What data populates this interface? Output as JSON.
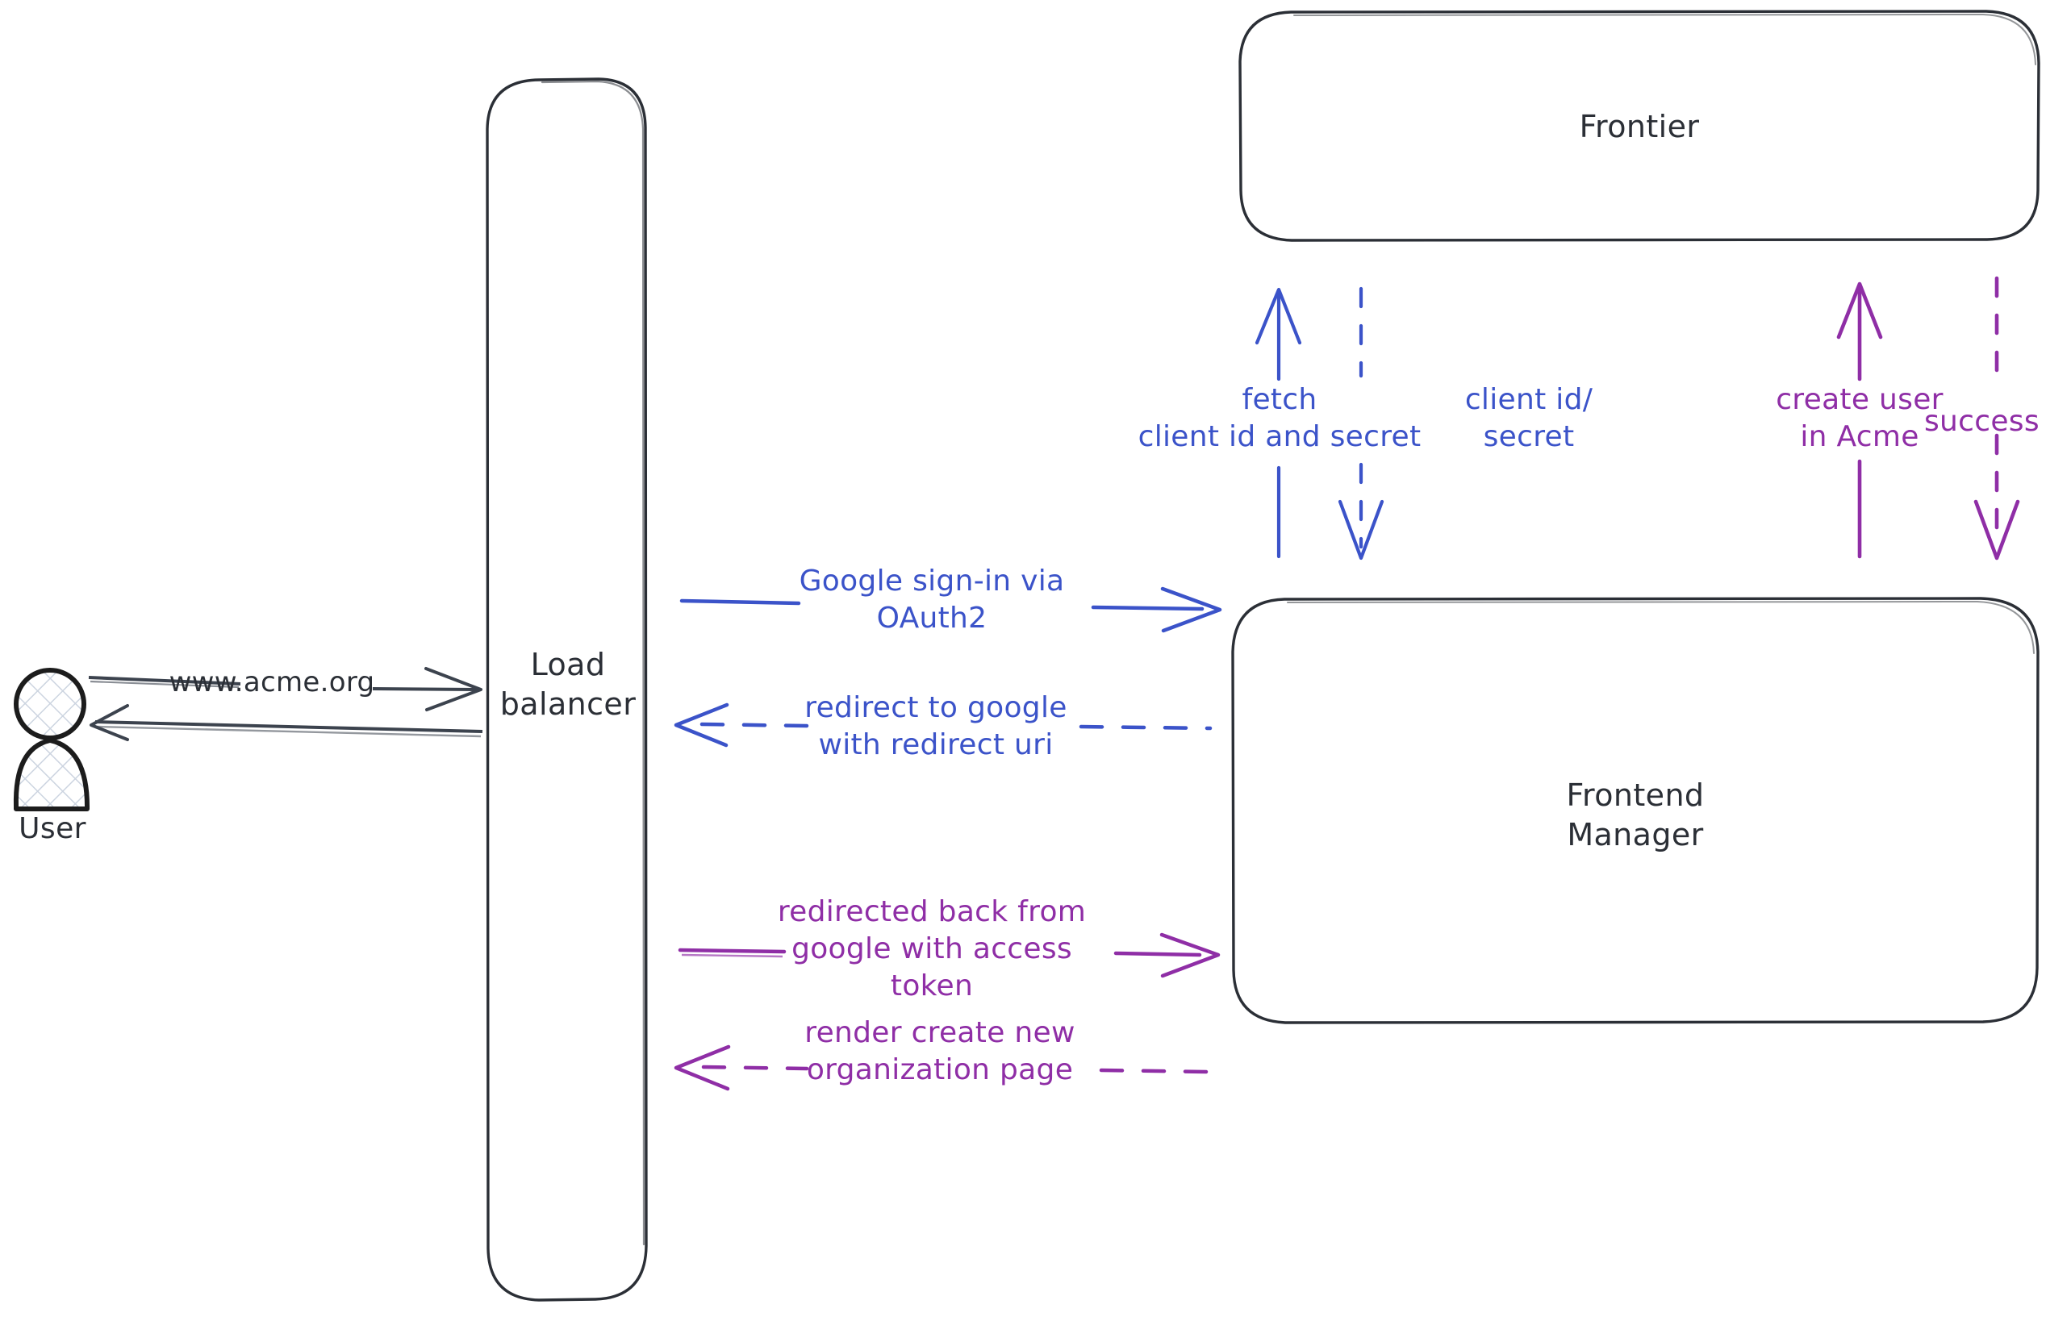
{
  "diagram": {
    "type": "sequence-flow",
    "title": "Google OAuth2 sign-in flow",
    "colors": {
      "stroke_dark": "#2b2f36",
      "blue": "#3b53c9",
      "purple": "#8f2ea6",
      "background": "#ffffff",
      "actor_fill": "#ffffff",
      "actor_hatch": "#ccd4e0"
    }
  },
  "actors": {
    "user": {
      "label": "User",
      "icon": "user-actor-icon"
    }
  },
  "nodes": [
    {
      "id": "load-balancer",
      "label": "Load\nbalancer",
      "shape": "rounded-rect"
    },
    {
      "id": "frontier",
      "label": "Frontier",
      "shape": "rounded-rect"
    },
    {
      "id": "frontend-manager",
      "label": "Frontend\nManager",
      "shape": "rounded-rect"
    }
  ],
  "edges": [
    {
      "id": "user-to-lb",
      "label": "www.acme.org",
      "color": "#2b2f36",
      "style": "solid",
      "direction": "right",
      "from": "user",
      "to": "load-balancer"
    },
    {
      "id": "lb-to-user",
      "label": "",
      "color": "#2b2f36",
      "style": "solid",
      "direction": "left",
      "from": "load-balancer",
      "to": "user"
    },
    {
      "id": "lb-to-fm-signin",
      "label": "Google sign-in via\nOAuth2",
      "color": "#3b53c9",
      "style": "solid",
      "direction": "right",
      "from": "load-balancer",
      "to": "frontend-manager"
    },
    {
      "id": "fm-to-lb-redirect",
      "label": "redirect to google\nwith redirect uri",
      "color": "#3b53c9",
      "style": "dashed",
      "direction": "left",
      "from": "frontend-manager",
      "to": "load-balancer"
    },
    {
      "id": "lb-to-fm-token",
      "label": "redirected back from\ngoogle with access\ntoken",
      "color": "#8f2ea6",
      "style": "solid",
      "direction": "right",
      "from": "load-balancer",
      "to": "frontend-manager"
    },
    {
      "id": "fm-to-lb-render",
      "label": "render create new\norganization page",
      "color": "#8f2ea6",
      "style": "dashed",
      "direction": "left",
      "from": "frontend-manager",
      "to": "load-balancer"
    },
    {
      "id": "fm-to-frontier-fetch",
      "label": "fetch\nclient id and secret",
      "color": "#3b53c9",
      "style": "solid",
      "direction": "up",
      "from": "frontend-manager",
      "to": "frontier"
    },
    {
      "id": "frontier-to-fm-creds",
      "label": "client id/\nsecret",
      "color": "#3b53c9",
      "style": "dashed",
      "direction": "down",
      "from": "frontier",
      "to": "frontend-manager"
    },
    {
      "id": "fm-to-frontier-create-user",
      "label": "create user\nin Acme",
      "color": "#8f2ea6",
      "style": "solid",
      "direction": "up",
      "from": "frontend-manager",
      "to": "frontier"
    },
    {
      "id": "frontier-to-fm-success",
      "label": "success",
      "color": "#8f2ea6",
      "style": "dashed",
      "direction": "down",
      "from": "frontier",
      "to": "frontend-manager"
    }
  ]
}
